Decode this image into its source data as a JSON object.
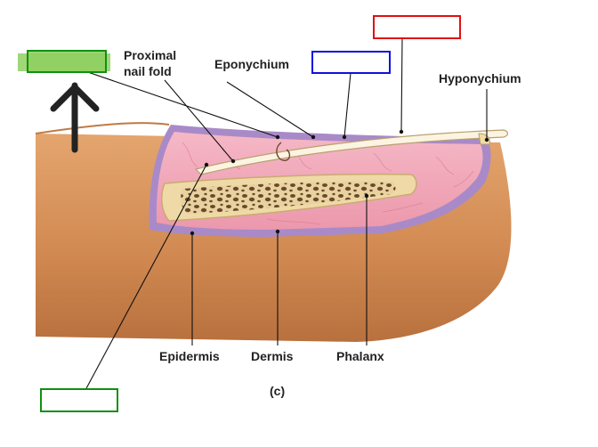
{
  "diagram": {
    "labels": {
      "proximal_nail_fold_line1": "Proximal",
      "proximal_nail_fold_line2": "nail fold",
      "eponychium": "Eponychium",
      "hyponychium": "Hyponychium",
      "epidermis": "Epidermis",
      "dermis": "Dermis",
      "phalanx": "Phalanx",
      "panel": "(c)"
    },
    "colors": {
      "skin": "#d9955e",
      "dermis": "#f0aab8",
      "epidermis": "#a98ac8",
      "bone": "#efd9a6",
      "nail": "#fbf4e1",
      "box_red": "#e01010",
      "box_blue": "#1010e0",
      "box_green": "#109010",
      "highlight": "#8fd060",
      "arrow": "#222222"
    },
    "icons": {
      "pointer": "up-arrow-icon"
    }
  }
}
